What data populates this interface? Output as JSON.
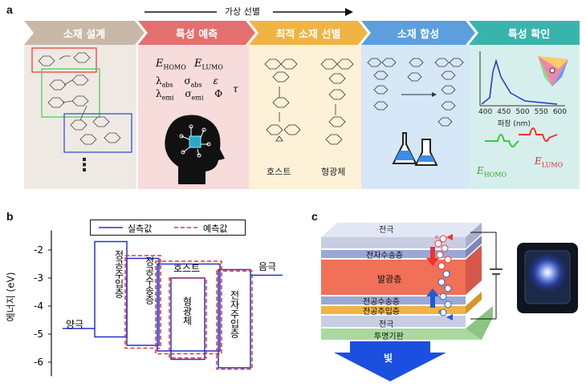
{
  "panel_a": {
    "letter": "a",
    "flow_label": "가상 선별",
    "stages": [
      {
        "title": "소재 설계",
        "color": "#c9b8a8"
      },
      {
        "title": "특성 예측",
        "color": "#e46f6f"
      },
      {
        "title": "최적 소재 선별",
        "color": "#f0b443"
      },
      {
        "title": "소재 합성",
        "color": "#5c9fdc"
      },
      {
        "title": "특성 확인",
        "color": "#39b4ac"
      }
    ],
    "properties": {
      "row1": [
        "E",
        "HOMO",
        "E",
        "LUMO"
      ],
      "row2": [
        "λ",
        "abs",
        "σ",
        "abs",
        "ε"
      ],
      "row3": [
        "λ",
        "emi",
        "σ",
        "emi",
        "Φ",
        "τ"
      ]
    },
    "host_label": "호스트",
    "fluor_label": "형광체",
    "spectrum": {
      "ticks": [
        "400",
        "450",
        "500",
        "550",
        "600"
      ],
      "xlabel": "파장 (nm)"
    },
    "ehomo": [
      "E",
      "HOMO"
    ],
    "elumo": [
      "E",
      "LUMO"
    ],
    "dots": "⋮"
  },
  "panel_b": {
    "letter": "b",
    "ylabel": "에너지 (eV)",
    "legend": {
      "measured": "실측값",
      "predicted": "예측값"
    },
    "ytick_labels": [
      "-2",
      "-3",
      "-4",
      "-5",
      "-6"
    ],
    "layers": {
      "anode": "양극",
      "hil": "정공주입층",
      "htl": "정공수송층",
      "host": "호스트",
      "fluor": "형광체",
      "eil": "전자주입층",
      "cathode": "음극"
    },
    "colors": {
      "measured": "#2233cc",
      "predicted": "#e8342e"
    },
    "chart_data": {
      "type": "bar",
      "ylim": [
        -6.5,
        -1.3
      ],
      "ylabel": "에너지 (eV)",
      "legend": [
        "실측값",
        "예측값"
      ],
      "levels": [
        {
          "name": "양극",
          "level": -4.8
        },
        {
          "name": "정공주입층",
          "top": -1.7,
          "bottom": -5.1
        },
        {
          "name": "정공수송층",
          "measured_top": -2.3,
          "measured_bottom": -5.4,
          "predicted_top": -2.2,
          "predicted_bottom": -5.5
        },
        {
          "name": "호스트",
          "measured_top": -2.5,
          "measured_bottom": -5.6,
          "predicted_top": -2.4,
          "predicted_bottom": -5.7
        },
        {
          "name": "형광체",
          "measured_top": -3.0,
          "measured_bottom": -5.9,
          "predicted_top": -3.0,
          "predicted_bottom": -5.85
        },
        {
          "name": "전자주입층",
          "measured_top": -2.7,
          "measured_bottom": -6.2,
          "predicted_top": -2.75,
          "predicted_bottom": -6.25
        },
        {
          "name": "음극",
          "level": -2.9
        }
      ]
    }
  },
  "panel_c": {
    "letter": "c",
    "layers": {
      "electrode_top": "전극",
      "etl": "전자수송층",
      "eml": "발광층",
      "htl": "전공수송층",
      "hil": "전공주입층",
      "electrode_bottom": "전극",
      "substrate": "투명기판"
    },
    "light": "빛",
    "carrier_e": "e",
    "carrier_h": "h"
  }
}
